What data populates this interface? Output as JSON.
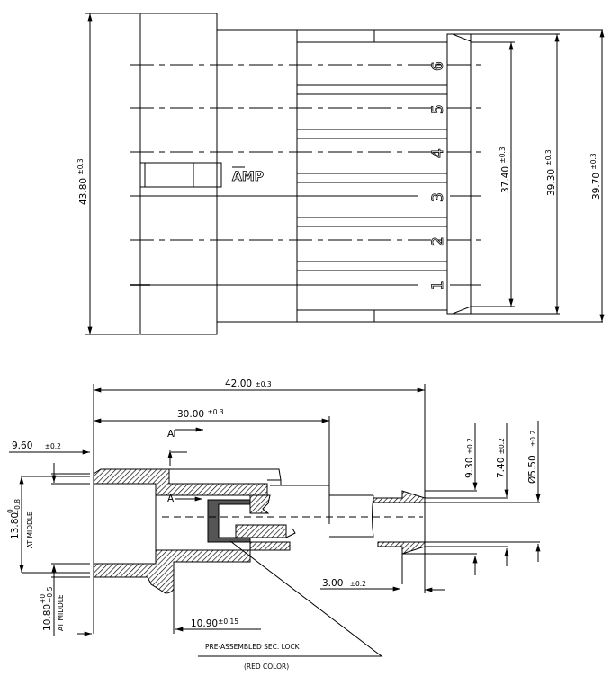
{
  "top_view": {
    "pin_numbers": [
      "6",
      "5",
      "4",
      "3",
      "2",
      "1"
    ],
    "logo": "AMP",
    "dims": {
      "overall_height": "43.80",
      "overall_height_tol": "±0.3",
      "d1": "37.40",
      "d1_tol": "±0.3",
      "d2": "39.30",
      "d2_tol": "±0.3",
      "d3": "39.70",
      "d3_tol": "±0.3"
    }
  },
  "side_view": {
    "dims": {
      "length": "42.00",
      "length_tol": "±0.3",
      "length2": "30.00",
      "length2_tol": "±0.3",
      "offset": "9.60",
      "offset_tol": "±0.2",
      "h1": "13.80",
      "h1_tol_upper": "0",
      "h1_tol_lower": "−0.8",
      "h1_note": "AT MIDDLE",
      "h2": "10.80",
      "h2_tol_upper": "+0",
      "h2_tol_lower": "−0.5",
      "h2_note": "AT MIDDLE",
      "len3": "10.90",
      "len3_tol": "±0.15",
      "len4": "3.00",
      "len4_tol": "±0.2",
      "dia1": "9.30",
      "dia1_tol": "±0.2",
      "dia2": "7.40",
      "dia2_tol": "±0.2",
      "dia3": "Ø5.50",
      "dia3_tol": "±0.2"
    },
    "section_label": "A",
    "callout": "PRE-ASSEMBLED SEC. LOCK",
    "callout_note": "(RED COLOR)"
  }
}
